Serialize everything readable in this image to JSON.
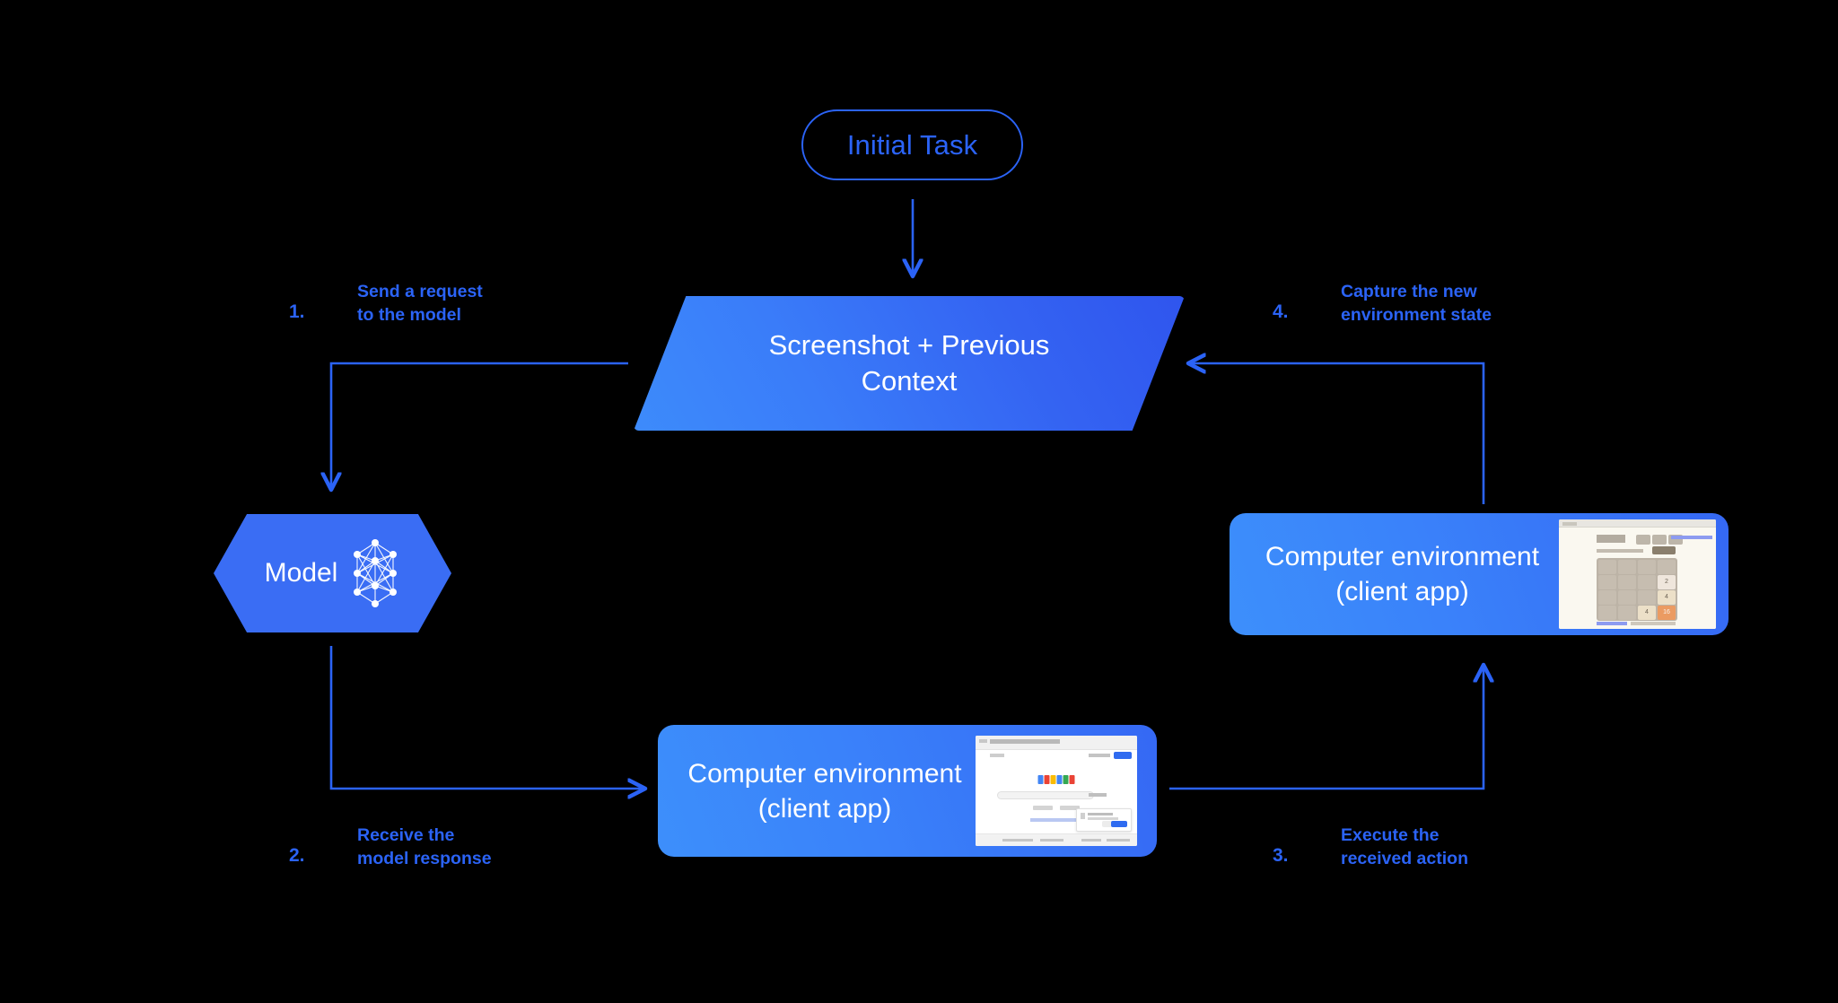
{
  "diagram": {
    "title_node": {
      "label": "Initial Task"
    },
    "context_node": {
      "label": "Screenshot + Previous\nContext"
    },
    "model_node": {
      "label": "Model",
      "icon": "neural-network-icon"
    },
    "env_right": {
      "label": "Computer environment\n(client app)",
      "thumbnail": "2048-game-screenshot"
    },
    "env_bottom": {
      "label": "Computer environment\n(client app)",
      "thumbnail": "google-search-screenshot"
    },
    "steps": [
      {
        "num": "1.",
        "text": "Send a request\nto the model"
      },
      {
        "num": "2.",
        "text": "Receive the\nmodel response"
      },
      {
        "num": "3.",
        "text": "Execute the\nreceived action"
      },
      {
        "num": "4.",
        "text": "Capture the new\nenvironment state"
      }
    ],
    "colors": {
      "background": "#000000",
      "accent_blue": "#2b63f6",
      "gradient_light": "#3d8ffb",
      "gradient_deep": "#2f55ee",
      "hexagon": "#3a6df4",
      "text_on_shape": "#ffffff"
    },
    "thumb_2048": {
      "site_title": "2048.org",
      "tiles": [
        {
          "row": 2,
          "col": 4,
          "value": "2",
          "cls": "t2"
        },
        {
          "row": 3,
          "col": 4,
          "value": "4",
          "cls": "t4"
        },
        {
          "row": 4,
          "col": 3,
          "value": "4",
          "cls": "t4"
        },
        {
          "row": 4,
          "col": 4,
          "value": "16",
          "cls": "t16"
        }
      ]
    }
  }
}
